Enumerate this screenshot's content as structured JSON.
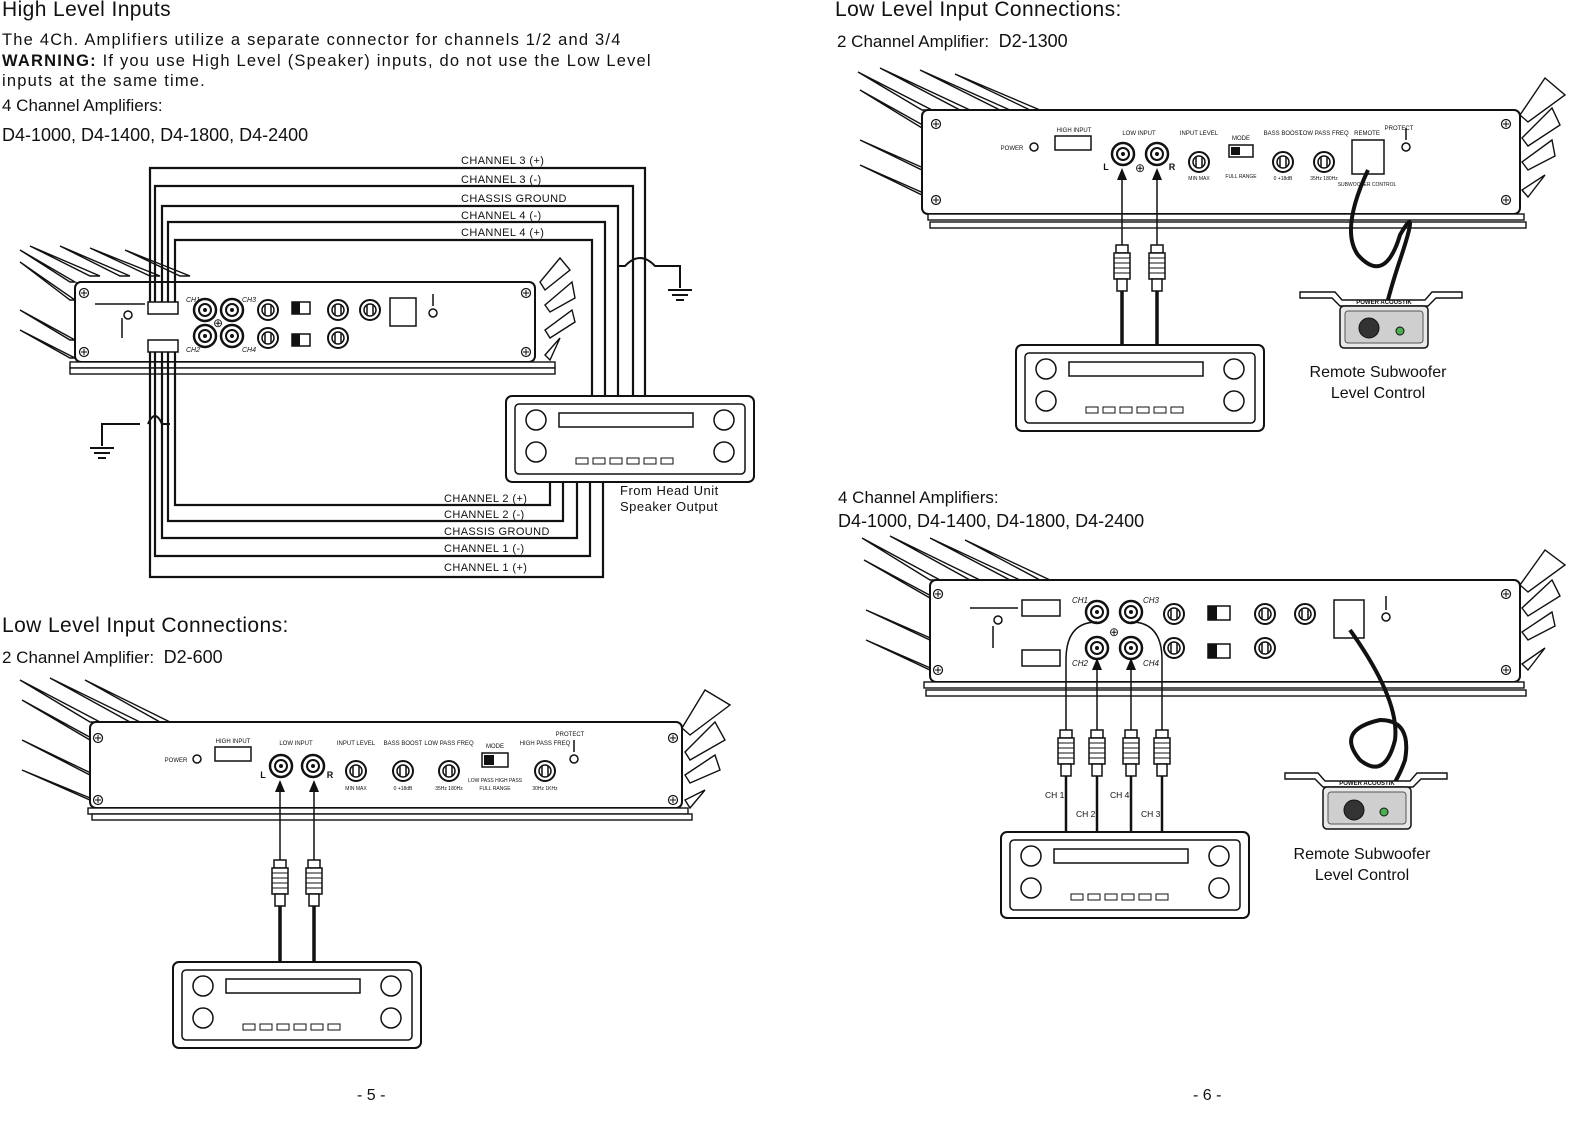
{
  "left_page": {
    "title": "High Level Inputs",
    "intro_line": "The 4Ch. Amplifiers utilize a separate connector for channels  1/2  and  3/4",
    "warning_label": "WARNING:",
    "warning_text": " If you use High Level (Speaker) inputs, do not use the Low Level",
    "warning_cont": "inputs at the same time.",
    "amp_type": "4 Channel Amplifiers:",
    "amp_models": "D4-1000, D4-1400, D4-1800, D4-2400",
    "wiring_top": [
      "CHANNEL 3 (+)",
      "CHANNEL 3 (-)",
      "CHASSIS GROUND",
      "CHANNEL 4 (-)",
      "CHANNEL 4 (+)"
    ],
    "wiring_bottom": [
      "CHANNEL 2 (+)",
      "CHANNEL 2 (-)",
      "CHASSIS GROUND",
      "CHANNEL 1 (-)",
      "CHANNEL 1 (+)"
    ],
    "head_unit_note": [
      "From Head Unit",
      "Speaker Output"
    ],
    "ch_marks": [
      "CH1",
      "CH3",
      "CH2",
      "CH4"
    ],
    "low_title": "Low Level Input Connections:",
    "low_sub_label": "2 Channel Amplifier:",
    "low_sub_model": "D2-600",
    "page_number": "- 5 -"
  },
  "amp_panel": {
    "power": "POWER",
    "high_input": "HIGH INPUT",
    "low_input": "LOW INPUT",
    "input_level": "INPUT LEVEL",
    "bass_boost": "BASS BOOST",
    "low_pass_freq": "LOW PASS FREQ",
    "mode": "MODE",
    "high_pass_freq": "HIGH PASS FREQ",
    "protect": "PROTECT",
    "remote": "REMOTE",
    "l": "L",
    "r": "R",
    "min_max": "MIN   MAX",
    "boost_range": "0    +18dB",
    "lp_range": "35Hz  180Hz",
    "hp_range": "30Hz  1KHz",
    "mode_opts": "LOW PASS  HIGH PASS",
    "full_range": "FULL RANGE",
    "sub_ctrl": "SUBWOOFER CONTROL"
  },
  "right_page": {
    "low_title": "Low Level Input Connections:",
    "sub_label": "2 Channel Amplifier:",
    "sub_model": "D2-1300",
    "remote_caption": [
      "Remote Subwoofer",
      "Level Control"
    ],
    "remote_brand": "POWER ACOUSTIK",
    "amp4_type": "4 Channel Amplifiers:",
    "amp4_models": "D4-1000, D4-1400, D4-1800, D4-2400",
    "ch_labels": [
      "CH 1",
      "CH 2",
      "CH 4",
      "CH 3"
    ],
    "remote_caption2": [
      "Remote Subwoofer",
      "Level Control"
    ],
    "page_number": "- 6 -"
  }
}
